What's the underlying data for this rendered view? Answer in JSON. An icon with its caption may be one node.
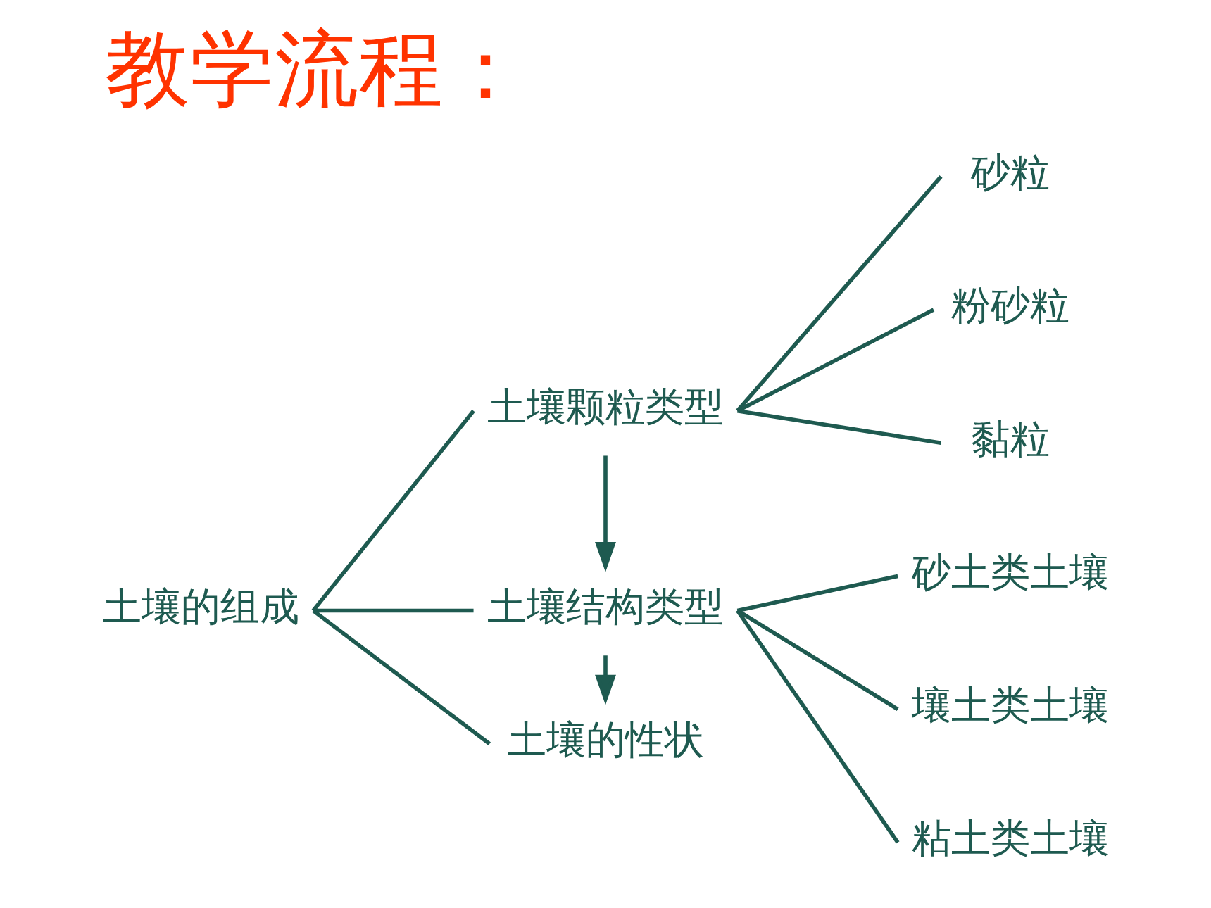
{
  "diagram": {
    "title": "教学流程：",
    "nodes": [
      {
        "text": [
          "土壤的组成"
        ]
      },
      {
        "text": [
          "土壤颗粒类型"
        ]
      },
      {
        "text": [
          "砂粒"
        ]
      },
      {
        "text": [
          "粉砂粒"
        ]
      },
      {
        "text": [
          "黏粒"
        ]
      },
      {
        "text": [
          "土壤结构类型"
        ]
      },
      {
        "text": [
          "砂土类土壤"
        ]
      },
      {
        "text": [
          "壤土类土壤"
        ]
      },
      {
        "text": [
          "粘土类土壤"
        ]
      },
      {
        "text": [
          "土壤的性状"
        ]
      }
    ],
    "edges": [
      {
        "from": 0,
        "to": 1,
        "arrow": "none"
      },
      {
        "from": 0,
        "to": 5,
        "arrow": "none"
      },
      {
        "from": 0,
        "to": 9,
        "arrow": "none"
      },
      {
        "from": 1,
        "to": 2,
        "arrow": "none"
      },
      {
        "from": 1,
        "to": 3,
        "arrow": "none"
      },
      {
        "from": 1,
        "to": 4,
        "arrow": "none"
      },
      {
        "from": 5,
        "to": 6,
        "arrow": "none"
      },
      {
        "from": 5,
        "to": 7,
        "arrow": "none"
      },
      {
        "from": 5,
        "to": 8,
        "arrow": "none"
      },
      {
        "from": 1,
        "to": 5,
        "arrow": "to"
      },
      {
        "from": 5,
        "to": 9,
        "arrow": "to"
      }
    ]
  }
}
